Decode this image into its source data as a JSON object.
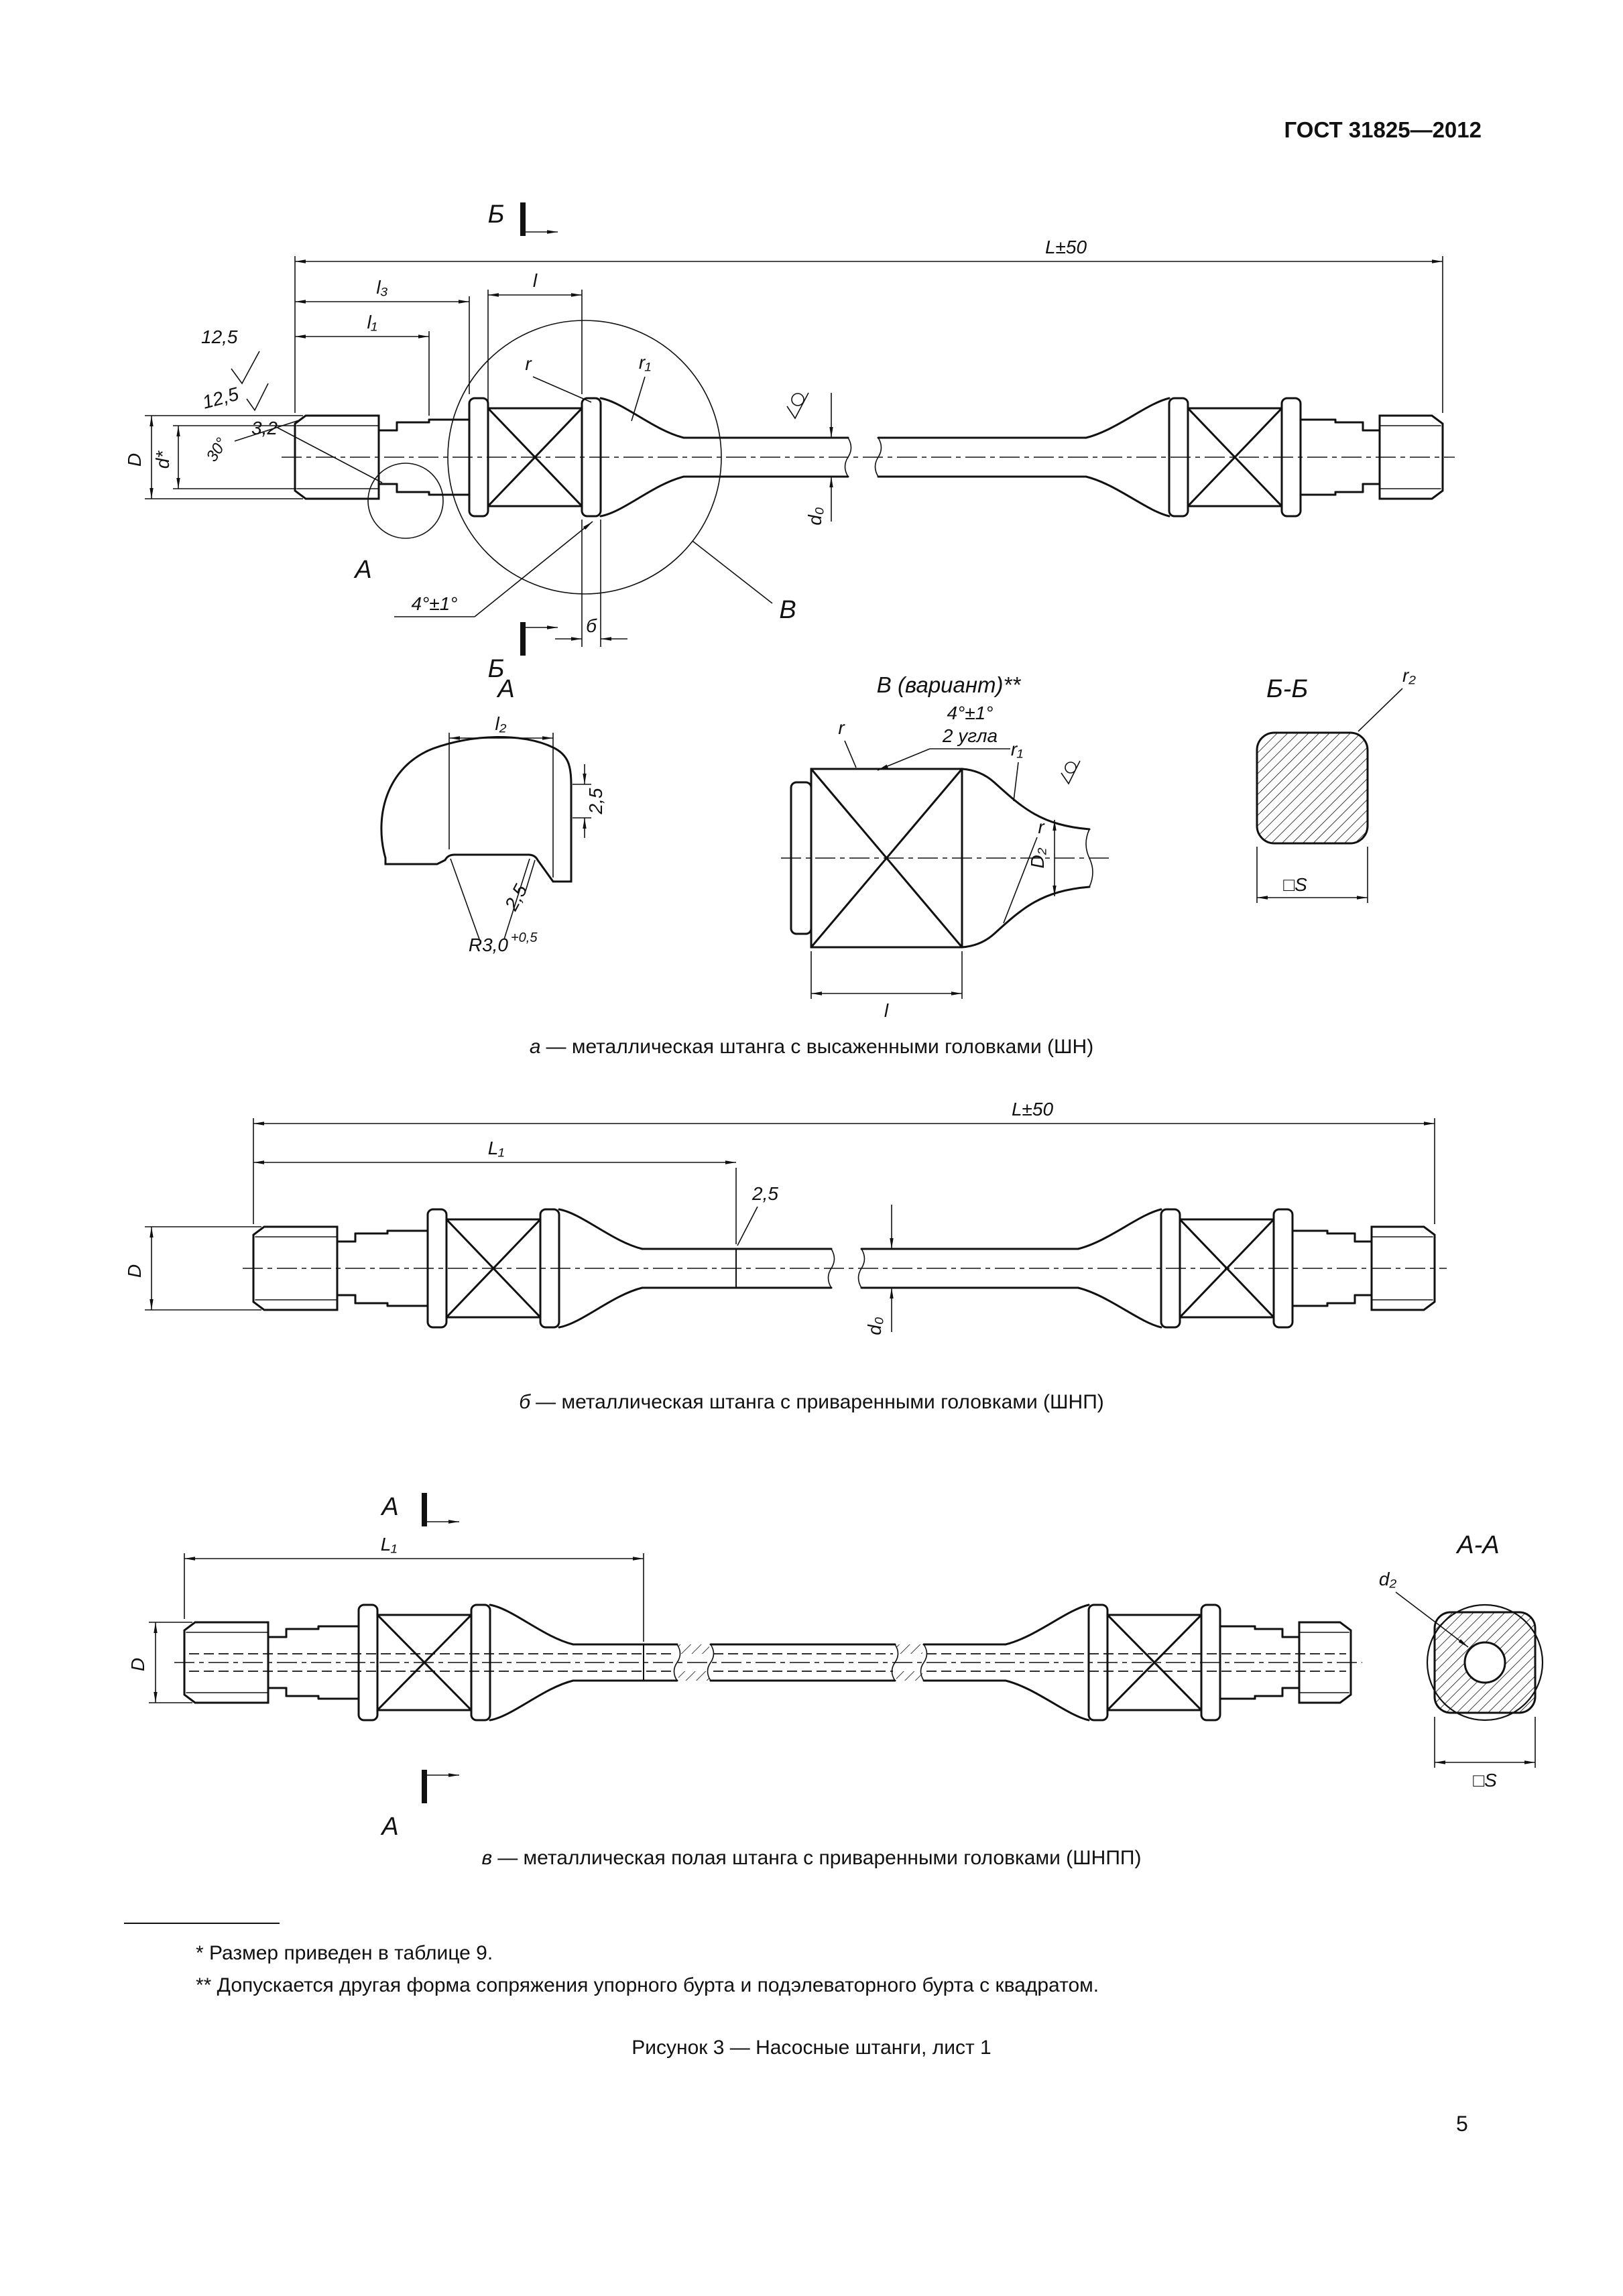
{
  "page": {
    "header": "ГОСТ 31825—2012",
    "footnote_1": "* Размер приведен в таблице 9.",
    "footnote_2": "** Допускается другая форма сопряжения упорного бурта и подэлеваторного бурта с квадратом.",
    "figure_caption": "Рисунок 3 — Насосные штанги, лист 1",
    "page_number": "5"
  },
  "drawing_a": {
    "caption_letter": "а",
    "caption_text": "— металлическая штанга с высаженными головками (ШН)",
    "labels": {
      "section_top": "Б",
      "section_bottom": "Б",
      "L": "L±50",
      "l3": "l₃",
      "l": "l",
      "l1": "l₁",
      "rough_top": "12,5",
      "D": "D",
      "d_star": "d*",
      "angle30": "30°",
      "rough_mid": "12,5",
      "rough_32": "3,2",
      "detail_a": "А",
      "angle4": "4°±1°",
      "b_small": "б",
      "detail_v": "В",
      "r": "r",
      "r1": "r₁",
      "d0": "d₀"
    }
  },
  "detail_a": {
    "title": "А",
    "l2": "l₂",
    "c25_side": "2,5",
    "c25_bottom": "2,5",
    "radius": "R3,0",
    "radius_sup": "+0,5"
  },
  "detail_v": {
    "title": "В (вариант)**",
    "angle": "4°±1°",
    "angle_note": "2 угла",
    "r_top": "r",
    "r1": "r₁",
    "r_right": "r",
    "D2": "D₂",
    "l": "l"
  },
  "section_bb": {
    "title": "Б-Б",
    "r2": "r₂",
    "s": "□S"
  },
  "drawing_b": {
    "caption_letter": "б",
    "caption_text": "— металлическая штанга с приваренными головками (ШНП)",
    "labels": {
      "L": "L±50",
      "L1": "L₁",
      "D": "D",
      "c25": "2,5",
      "d0": "d₀"
    }
  },
  "drawing_v": {
    "caption_letter": "в",
    "caption_text": "— металлическая полая штанга с приваренными головками (ШНПП)",
    "labels": {
      "section_top": "А",
      "section_bottom": "А",
      "L1": "L₁",
      "D": "D"
    },
    "section_aa": {
      "title": "А-А",
      "d2": "d₂",
      "s": "□S"
    }
  }
}
